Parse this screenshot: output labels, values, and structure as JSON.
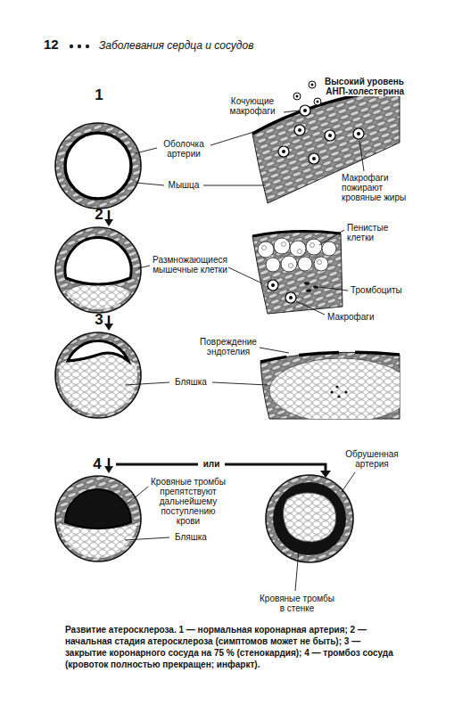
{
  "diagram": {
    "caption": "Развитие атеросклероза. 1 — нормальная коронарная артерия; 2 — начальная стадия атеросклероза (симптомов может не быть); 3 — закрытие коронарного сосуда на 75 % (стенокардия); 4 — тромбоз сосуда (кровоток полностью прекращен; инфаркт).",
    "labels": [
      "12",
      "Заболевания сердца и сосудов",
      "1",
      "Высокий уровень АНП-холестерина",
      "Кочующие макрофаги",
      "Оболочка артерии",
      "Мышца",
      "Макрофаги пожирают кровяные жиры",
      "2",
      "Пенистые клетки",
      "Размножающиеся мышечные клетки",
      "Тромбоциты",
      "Макрофаги",
      "3",
      "Повреждение эндотелия",
      "Бляшка",
      "4",
      "или",
      "Обрушенная артерия",
      "Кровяные тромбы препятствуют дальнейшему поступлению крови",
      "Бляшка",
      "Кровяные тромбы в стенке"
    ]
  }
}
